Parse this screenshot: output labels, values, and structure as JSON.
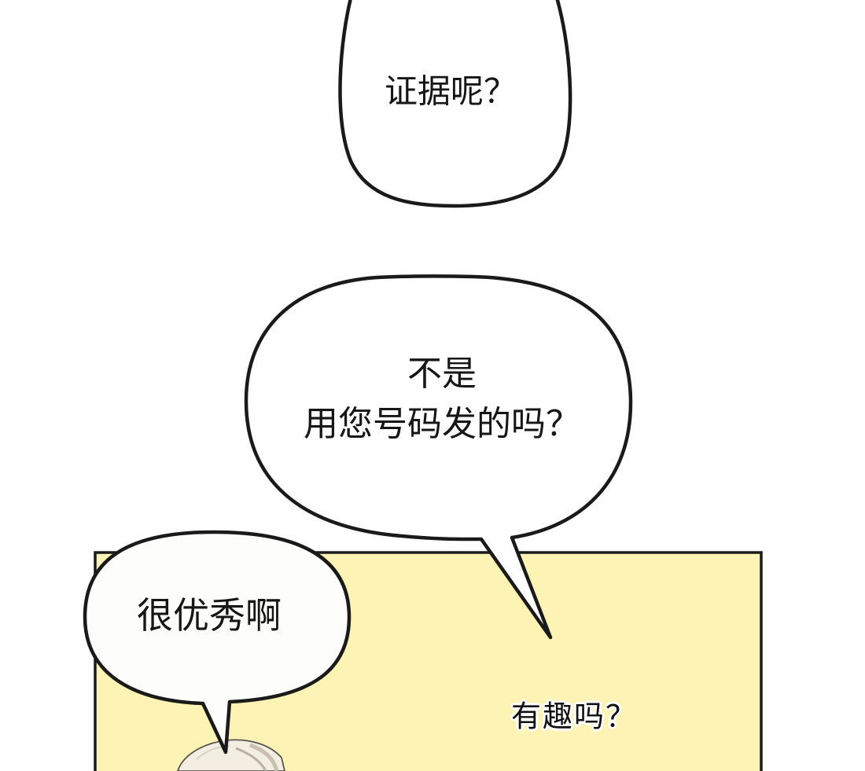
{
  "bubbles": {
    "top": {
      "lines": [
        "证据呢？"
      ]
    },
    "middle": {
      "lines": [
        "不是",
        "用您号码发的吗？"
      ]
    },
    "left": {
      "lines": [
        "很优秀啊"
      ]
    }
  },
  "caption": "有趣吗？",
  "colors": {
    "background": "#ffffff",
    "panel_fill": "#fcf3b4",
    "outline": "#1a1a1a",
    "bubble_fill": "#ffffff",
    "hair": "#f3eee2"
  }
}
